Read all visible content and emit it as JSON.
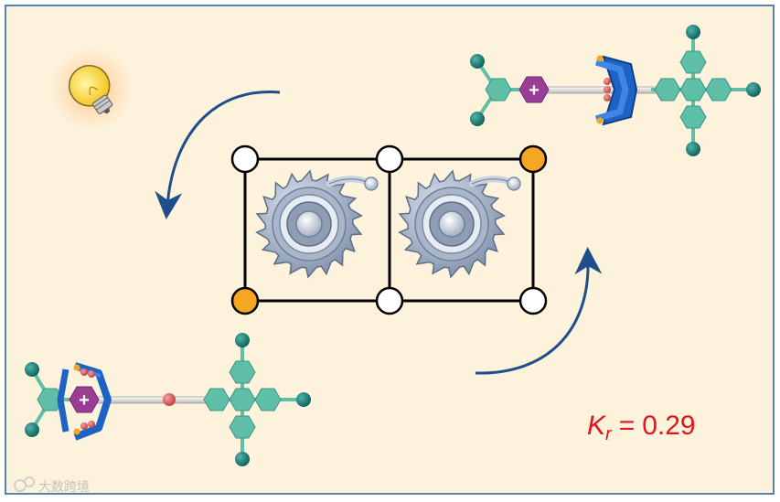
{
  "figure": {
    "rate_label": {
      "symbol": "K",
      "subscript": "r",
      "equals": "=",
      "value": "0.29"
    },
    "center_charge": "+",
    "watermark": "大数跨境",
    "colors": {
      "background": "#fdf3dd",
      "border": "#5b80b3",
      "arrow": "#1f4e8c",
      "node_white": "#ffffff",
      "node_orange": "#f5a623",
      "grid": "#000000",
      "cyan_atom": "#1c8078",
      "cyan_ring": "#5fbea8",
      "purple_ring": "#9b3d97",
      "blue_ring": "#1e63c4",
      "red_bead": "#d95c5c",
      "gear": "#8a9bb5",
      "rate_text": "#e4141b"
    },
    "icons": [
      "light-bulb-icon",
      "gear-icon",
      "curved-arrow-icon"
    ]
  }
}
